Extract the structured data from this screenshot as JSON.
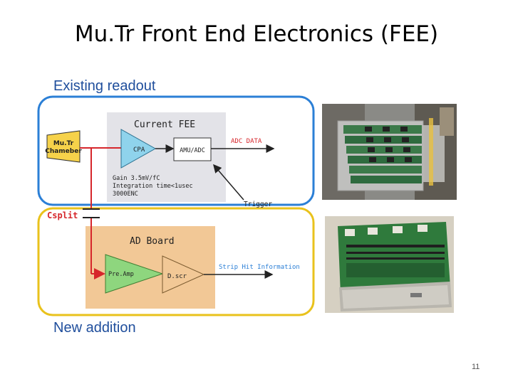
{
  "slide": {
    "title": "Mu.Tr Front End Electronics (FEE)",
    "existing_label": "Existing readout",
    "new_label": "New addition",
    "page_number": "11"
  },
  "diagram": {
    "current_fee_title": "Current FEE",
    "chamber_line1": "Mu.Tr",
    "chamber_line2": "Chameber",
    "cpa_label": "CPA",
    "amu_label": "AMU/ADC",
    "adc_data_label": "ADC DATA",
    "gain_line1": "Gain 3.5mV/fC",
    "gain_line2": "Integration time<1usec",
    "gain_line3": "3000ENC",
    "trigger_label": "Trigger",
    "csplit_label": "Csplit",
    "ad_board_title": "AD Board",
    "preamp_label": "Pre.Amp",
    "discr_label": "D.scr",
    "strip_hit_label": "Strip Hit Information"
  },
  "colors": {
    "blue_box": "#2b7fd6",
    "yellow_box": "#e9c21c",
    "fee_bg": "#e3e3e8",
    "ad_bg": "#f2c896",
    "cpa_fill": "#8fd3ec",
    "preamp_fill": "#8ed67e",
    "red_text": "#d6262b",
    "chamber_fill": "#f6d24a"
  }
}
